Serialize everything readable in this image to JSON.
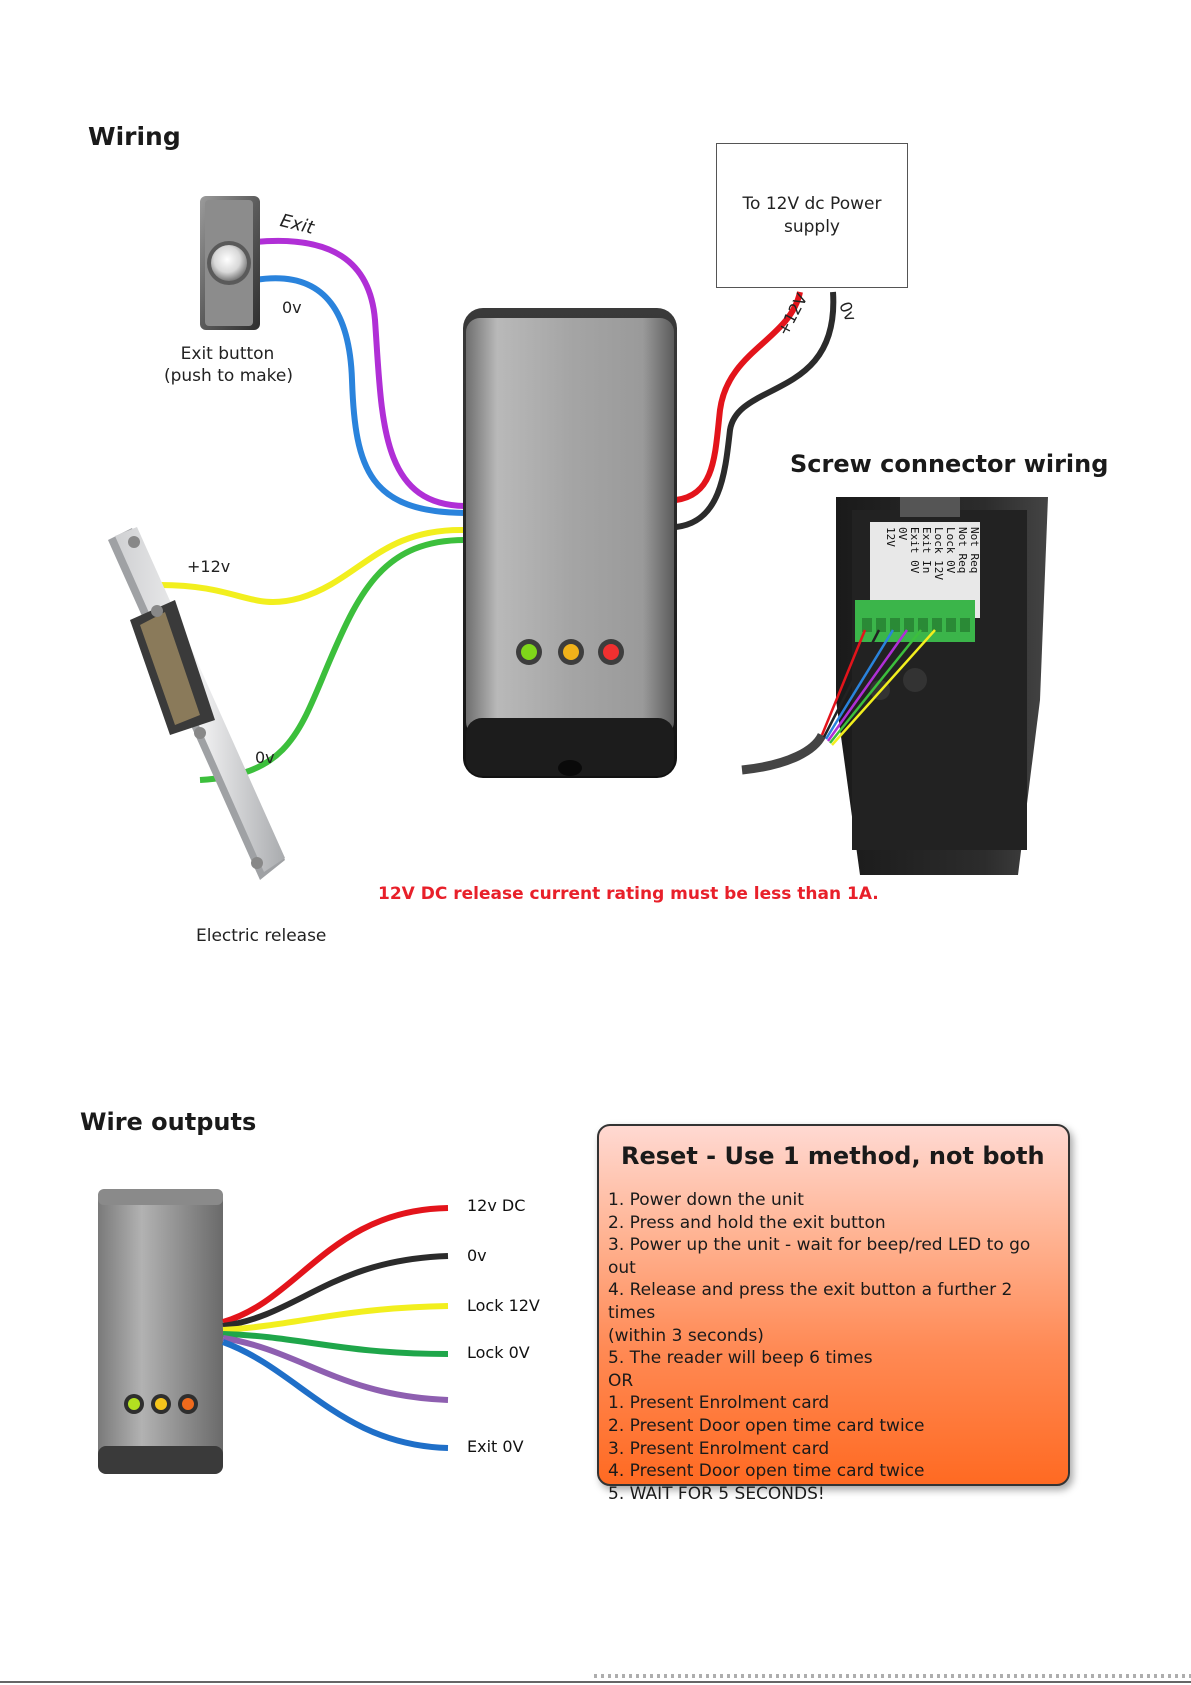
{
  "wiring": {
    "heading": "Wiring",
    "exit_wire_label": "Exit",
    "exit_0v_label": "0v",
    "exit_button_caption_line1": "Exit button",
    "exit_button_caption_line2": "(push to make)",
    "power_box_line1": "To 12V dc Power",
    "power_box_line2": "supply",
    "power_plus_label": "+12V",
    "power_0v_label": "0v",
    "release_plus_label": "+12v",
    "release_0v_label": "0v",
    "release_caption": "Electric release",
    "warning": "12V DC release current rating must be less than 1A."
  },
  "screw": {
    "heading": "Screw connector wiring",
    "terminals": [
      "Not Req",
      "Not Req",
      "Lock 0V",
      "Lock 12V",
      "Exit In",
      "Exit 0V",
      "0V",
      "12V"
    ]
  },
  "outputs": {
    "heading": "Wire outputs",
    "labels": [
      "12v DC",
      "0v",
      "Lock 12V",
      "Lock 0V",
      "",
      "Exit 0V"
    ]
  },
  "reset": {
    "title": "Reset - Use 1 method, not both",
    "steps": [
      "1. Power down the unit",
      "2. Press and hold the exit button",
      "3. Power up the unit - wait for beep/red LED to go out",
      "4. Release and press the exit button a further 2 times",
      "(within 3 seconds)",
      "5. The reader will beep 6 times",
      "OR",
      "1. Present Enrolment card",
      "2. Present Door open time card twice",
      "3. Present Enrolment card",
      "4. Present Door open time card twice",
      "5. WAIT FOR 5 SECONDS!"
    ]
  },
  "colors": {
    "red_wire": "#e3141b",
    "black_wire": "#2b2b2b",
    "yellow_wire": "#f2ef1e",
    "green_wire": "#3cbf3c",
    "purple_wire": "#b02fd6",
    "violet_wire": "#8e5fb0",
    "blue_wire": "#2a83dc",
    "warning": "#e8202a",
    "reset_top": "#ffd9d2",
    "reset_bottom": "#ff6a22"
  },
  "icons": [
    "exit-button-icon",
    "card-reader-icon",
    "electric-release-icon",
    "screw-connector-photo",
    "reader-small-icon"
  ]
}
